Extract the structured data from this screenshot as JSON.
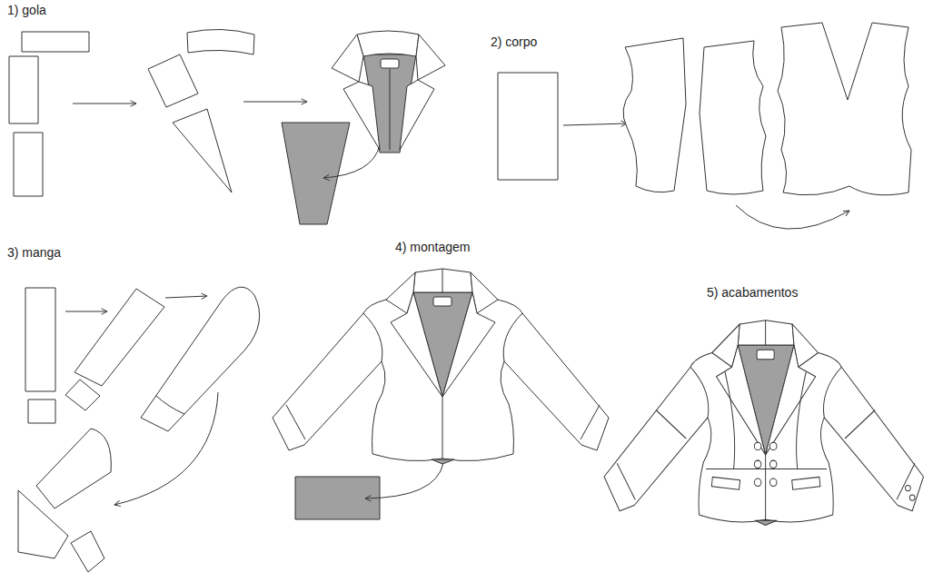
{
  "diagram": {
    "labels": [
      "1) gola",
      "2) corpo",
      "3) manga",
      "4) montagem",
      "5) acabamentos"
    ]
  }
}
